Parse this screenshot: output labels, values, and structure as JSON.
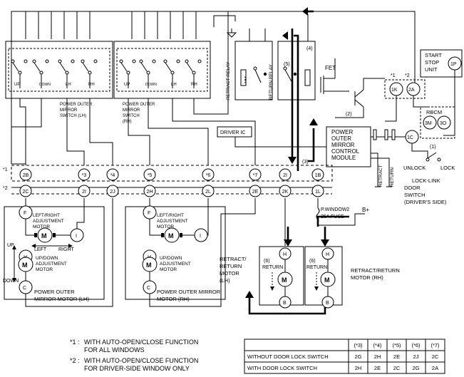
{
  "switches": {
    "left": {
      "labels": [
        "UP",
        "DOWN",
        "LH",
        "RH"
      ],
      "caption": [
        "POWER OUTER",
        "MIRROR",
        "SWITCH (LH)"
      ]
    },
    "right": {
      "labels": [
        "UP",
        "DOWN",
        "LH",
        "RH"
      ],
      "caption": [
        "POWER OUTER",
        "MIRROR",
        "SWITCH",
        "(RH)"
      ]
    }
  },
  "relays": {
    "retract": "RETRACT RELAY",
    "return": "RETURN RELAY",
    "fet": "FET",
    "driver_ic": "DRIVER IC"
  },
  "module": {
    "lines": [
      "POWER",
      "OUTER",
      "MIRROR",
      "CONTROL",
      "MODULE"
    ]
  },
  "start_stop": {
    "lines": [
      "START",
      "STOP",
      "UNIT"
    ],
    "terminal": "1P"
  },
  "rbcm": {
    "label": "RBCM",
    "terminals": [
      "3M",
      "3O"
    ]
  },
  "upper_conn": {
    "terminals": [
      "1K",
      "2A"
    ],
    "notes": [
      "*1",
      "*2"
    ]
  },
  "door_switch": {
    "terminal": "1C",
    "unlock": "UNLOCK",
    "lock": "LOCK",
    "lock_link": "LOCK-LINK",
    "caption": [
      "DOOR",
      "SWITCH",
      "(DRIVER'S SIDE)"
    ],
    "retract": "RETRACT",
    "return": "RETURN"
  },
  "rows": {
    "row1_mark": "*1",
    "row2_mark": "*2",
    "row1": [
      "2B",
      "*3",
      "*4",
      "*5",
      "*6",
      "*7",
      "2I",
      "1B"
    ],
    "row2": [
      "2C",
      "2I",
      "2J",
      "2H",
      "2L",
      "2E",
      "2K",
      "1L"
    ]
  },
  "callouts": [
    "(1)",
    "(2)",
    "(3)",
    "(4)",
    "(5)",
    "(6)",
    "(6)"
  ],
  "fuse": {
    "lines": [
      "P.WINDOW2",
      "25A FUSE"
    ],
    "battery": "B+"
  },
  "mirror_lh": {
    "terminals": [
      "F",
      "I",
      "H",
      "C"
    ],
    "adj": [
      "LEFT/RIGHT",
      "ADJUSTMENT",
      "MOTOR"
    ],
    "updown": [
      "UP/DOWN",
      "ADJUSTMENT",
      "MOTOR"
    ],
    "left": "LEFT",
    "right": "RIGHT",
    "up": "UP",
    "down": "DOWN",
    "caption": [
      "POWER OUTER",
      "MIRROR MOTOR (LH)"
    ],
    "motor": "M"
  },
  "mirror_rh": {
    "terminals": [
      "F",
      "I",
      "H",
      "C"
    ],
    "adj": [
      "LEFT/RIGHT",
      "ADJUSTMENT",
      "MOTOR"
    ],
    "updown": [
      "UP/DOWN",
      "ADJUSTMENT",
      "MOTOR"
    ],
    "caption": [
      "POWER OUTER MIRROR",
      "MOTOR (RH)"
    ],
    "motor": "M"
  },
  "retract_lh": {
    "terminals": [
      "H",
      "B"
    ],
    "return": "RETURN",
    "caption": [
      "RETRACT/",
      "RETURN",
      "MOTOR",
      "(LH)"
    ],
    "motor": "M"
  },
  "retract_rh": {
    "terminals": [
      "H",
      "B"
    ],
    "return": "RETURN",
    "caption": [
      "RETRACT/RETURN",
      "MOTOR (RH)"
    ],
    "motor": "M"
  },
  "notes": [
    {
      "mark": "*1 :",
      "lines": [
        "WITH AUTO-OPEN/CLOSE FUNCTION",
        "FOR ALL WINDOWS"
      ]
    },
    {
      "mark": "*2 :",
      "lines": [
        "WITH AUTO-OPEN/CLOSE FUNCTION",
        "FOR DRIVER-SIDE WINDOW ONLY"
      ]
    }
  ],
  "table": {
    "headers": [
      "",
      "(*3)",
      "(*4)",
      "(*5)",
      "(*6)",
      "(*7)"
    ],
    "rows": [
      [
        "WITHOUT DOOR LOCK SWITCH",
        "2G",
        "2H",
        "2E",
        "2J",
        "2C"
      ],
      [
        "WITH DOOR LOCK SWITCH",
        "2H",
        "2E",
        "2C",
        "2G",
        "2A"
      ]
    ]
  }
}
